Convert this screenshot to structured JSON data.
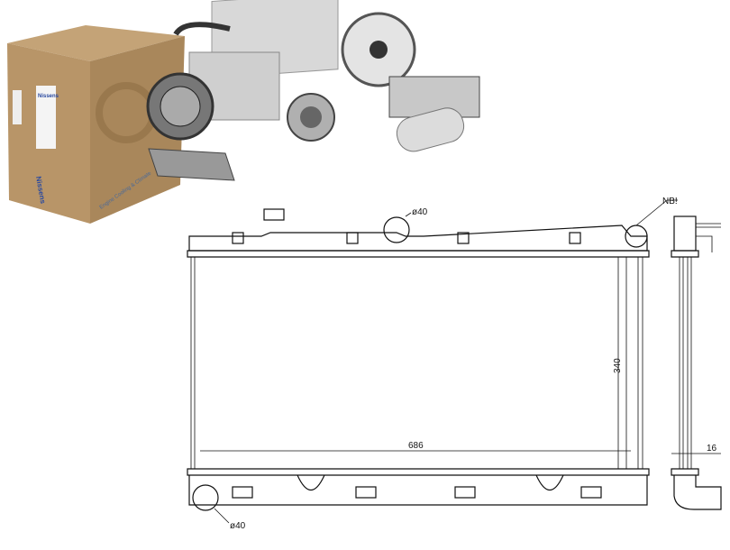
{
  "product_photo": {
    "box_brand": "Nissens",
    "box_tagline": "Engine Cooling & Climate",
    "colors": {
      "cardboard": "#b89568",
      "cardboard_dark": "#9a7a50",
      "brand_blue": "#2a4aa0",
      "metal": "#9a9a9a"
    }
  },
  "drawing": {
    "note_label": "NB!",
    "inlet_diameter_label": "ø40",
    "outlet_diameter_label": "ø40",
    "height_label": "340",
    "width_label": "686",
    "depth_label": "16"
  }
}
